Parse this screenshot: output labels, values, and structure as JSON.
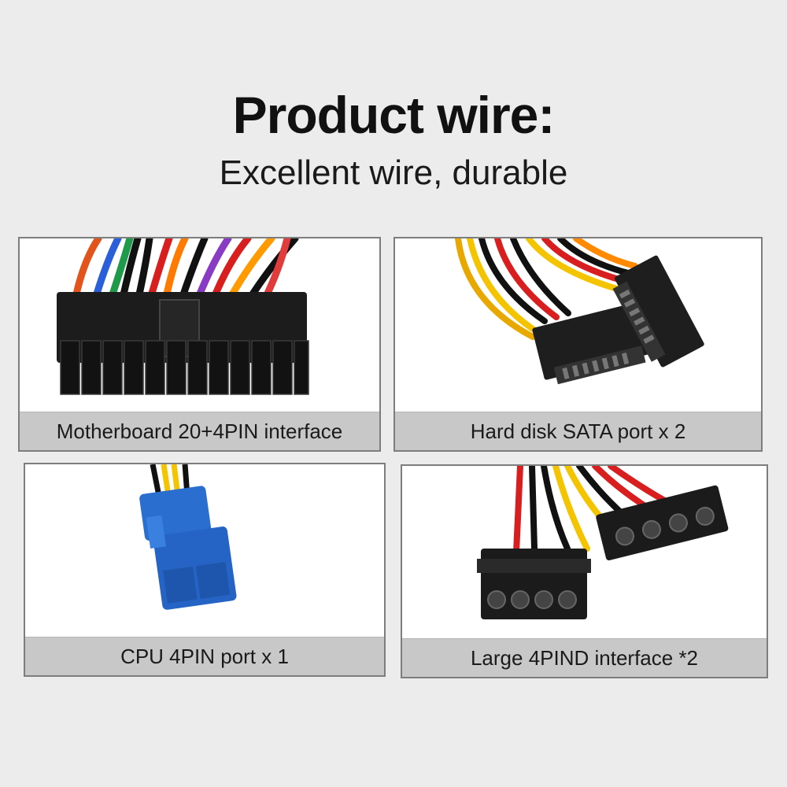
{
  "header": {
    "title": "Product wire:",
    "subtitle": "Excellent wire, durable"
  },
  "cards": [
    {
      "caption": "Motherboard 20+4PIN interface",
      "icon": "atx-24pin-connector-icon"
    },
    {
      "caption": "Hard disk SATA port x 2",
      "icon": "sata-connector-icon"
    },
    {
      "caption": "CPU 4PIN port x 1",
      "icon": "cpu-4pin-connector-icon"
    },
    {
      "caption": "Large 4PIND interface *2",
      "icon": "molex-connector-icon"
    }
  ],
  "colors": {
    "background": "#ececec",
    "caption_bar": "#c8c8c8",
    "connector_black": "#1c1c1c",
    "cpu_connector_blue": "#2a6fd0"
  }
}
